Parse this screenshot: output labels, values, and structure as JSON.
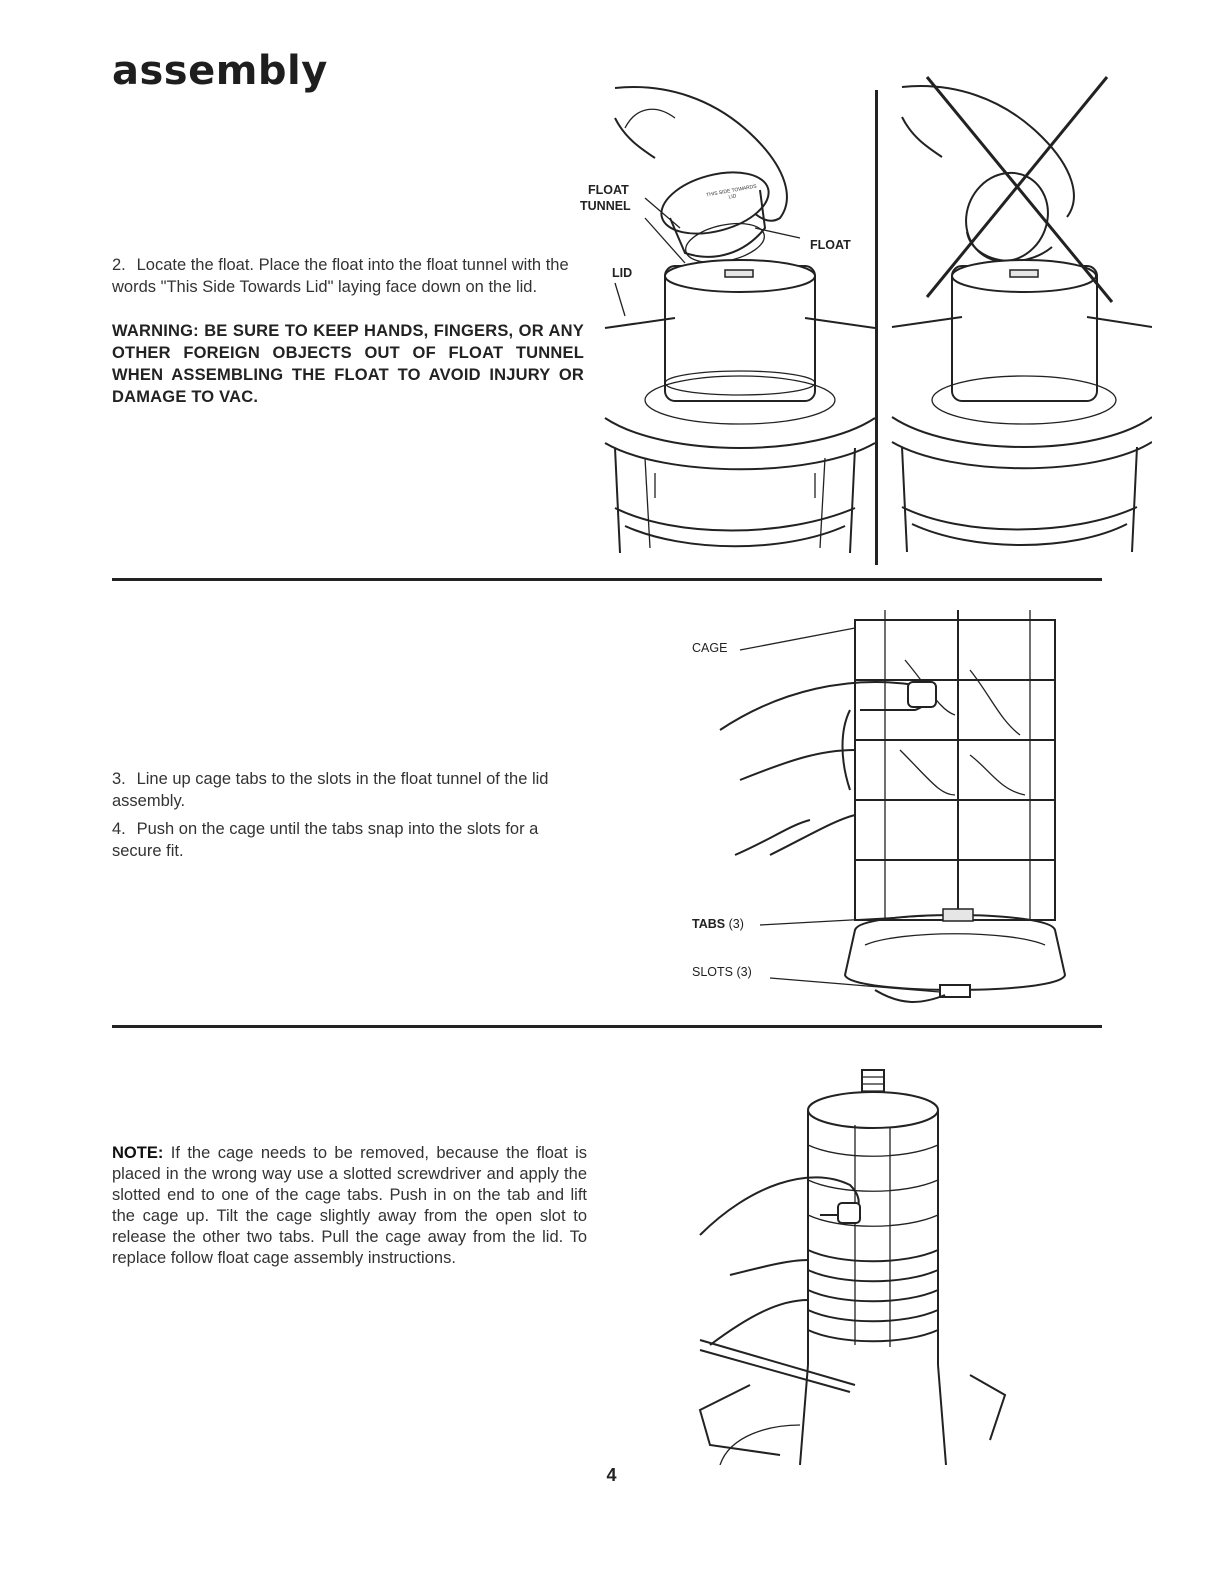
{
  "title": "assembly",
  "step2": {
    "num": "2.",
    "text": "Locate the float. Place the float into the float tunnel with the words \"This Side Towards Lid\" laying face down on the lid."
  },
  "warning": "WARNING: BE SURE TO KEEP HANDS, FINGERS, OR ANY OTHER FOREIGN OBJECTS OUT OF FLOAT TUNNEL WHEN ASSEMBLING THE FLOAT TO AVOID INJURY OR DAMAGE TO VAC.",
  "fig1": {
    "label_float_tunnel_1": "FLOAT",
    "label_float_tunnel_2": "TUNNEL",
    "label_float": "FLOAT",
    "label_lid": "LID",
    "float_print": "THIS SIDE TOWARDS LID"
  },
  "step3": {
    "num": "3.",
    "text": "Line up cage tabs to the slots in the float tunnel of the lid assembly."
  },
  "step4": {
    "num": "4.",
    "text": "Push on the cage until the tabs snap into the slots for a secure fit."
  },
  "fig2": {
    "label_cage": "CAGE",
    "label_tabs": "TABS",
    "label_tabs_count": "(3)",
    "label_slots": "SLOTS",
    "label_slots_count": "(3)"
  },
  "note": {
    "lead": "NOTE:",
    "text": "If the cage needs to be removed, because the float is placed in the wrong way use a slotted screwdriver and apply the slotted end to one of the cage tabs. Push in on the tab and lift the cage up. Tilt the cage slightly away from the open slot to release the other two tabs. Pull the cage away from the lid. To replace follow float cage assembly instructions."
  },
  "page_number": "4"
}
